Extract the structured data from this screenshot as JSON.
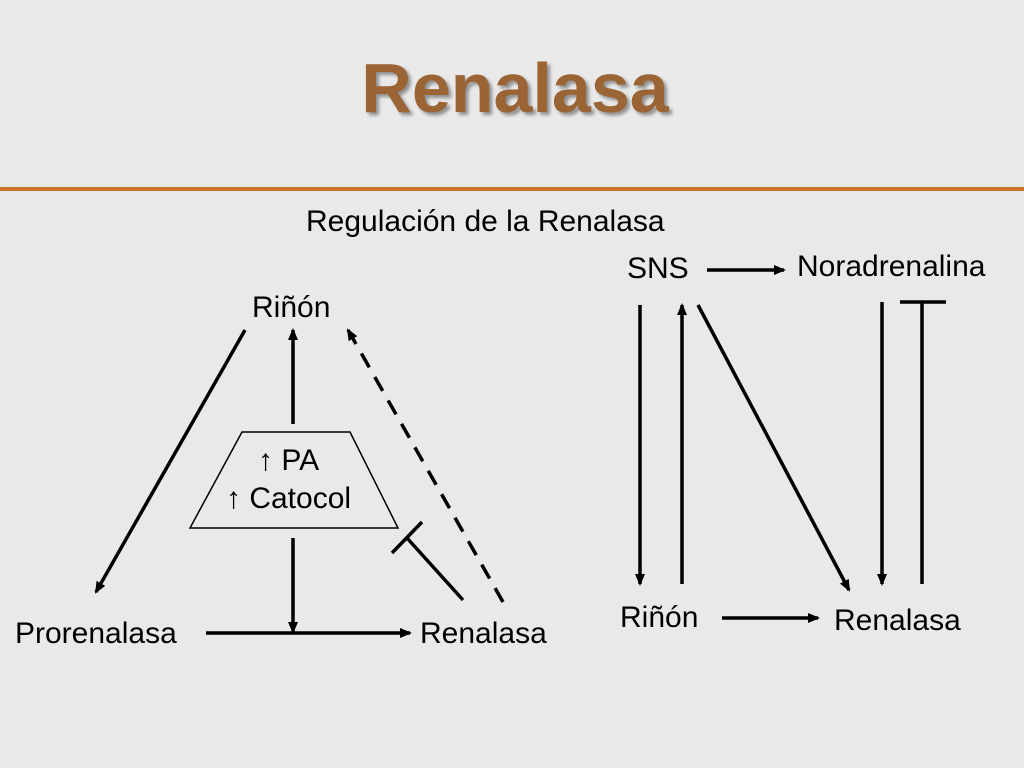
{
  "title": "Renalasa",
  "colors": {
    "title": "#9a6434",
    "rule": "#c8742a",
    "background": "#e9e9e9",
    "ink": "#000000"
  },
  "left_diagram": {
    "heading": "Regulación de la Renalasa",
    "top_node": "Riñón",
    "box_line1": "↑ PA",
    "box_line2": "↑ Catocol",
    "bottom_left_node": "Prorenalasa",
    "bottom_right_node": "Renalasa"
  },
  "right_diagram": {
    "sns_node": "SNS",
    "noradrenalina_node": "Noradrenalina",
    "rinon_node": "Riñón",
    "renalasa_node": "Renalasa"
  }
}
